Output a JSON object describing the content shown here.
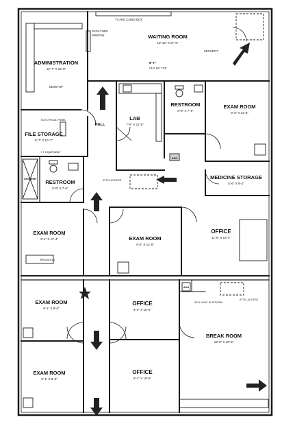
{
  "rooms": {
    "waiting": {
      "name": "WAITING ROOM",
      "dims": "10'-10\" X 27'-6\""
    },
    "admin": {
      "name": "ADMINISTRATION",
      "dims": "12'-7\" X 15'-9\""
    },
    "file_storage": {
      "name": "FILE STORAGE",
      "dims": "6'-7\" X 10'-7\""
    },
    "lab": {
      "name": "LAB",
      "dims": "7'-8\" X 11'-6\""
    },
    "restroom_top": {
      "name": "RESTROOM",
      "dims": "5'-8\" X 7'-6\""
    },
    "exam_top_right": {
      "name": "EXAM ROOM",
      "dims": "9'-2\" X 11'-6\""
    },
    "restroom_mid": {
      "name": "RESTROOM",
      "dims": "5'-8\" X 7'-6\""
    },
    "medicine": {
      "name": "MEDICINE STORAGE",
      "dims": "5'-6\" X 9'-2\""
    },
    "exam_left": {
      "name": "EXAM ROOM",
      "dims": "9'-1\" X 11'-4\""
    },
    "exam_center": {
      "name": "EXAM ROOM",
      "dims": "9'-4\" X 11'-0\""
    },
    "office_right": {
      "name": "OFFICE",
      "dims": "11'-6\" X 13'-4\""
    },
    "exam_lower_left": {
      "name": "EXAM ROOM",
      "dims": "9'-1\" X 9'-0\""
    },
    "office_lower": {
      "name": "OFFICE",
      "dims": "9'-0\" X 10'-6\""
    },
    "break_room": {
      "name": "BREAK ROOM",
      "dims": "13'-6\" X 18'-6\""
    },
    "exam_bottom_left": {
      "name": "EXAM ROOM",
      "dims": "9'-1\" X 9'-3\""
    },
    "office_bottom": {
      "name": "OFFICE",
      "dims": "9'-1\" X 10'-6\""
    }
  },
  "areas": {
    "hall": "HALL",
    "shower": "SHOWER"
  },
  "notes": {
    "tv_cable": "TV AND CABLE BOX",
    "pass_thru": "PASS-THRU",
    "window": "WINDOW",
    "security": "SECURITY",
    "ceiling_height": "8'-7\"",
    "ceiling_note": "CLG HT, TYP.",
    "desktop": "DESKTOP",
    "electrical_panel": "ELECTRICAL PANEL",
    "it_equipment": "I.T. EQUIPMENT",
    "aed": "AED",
    "attic_access_mid": "ATTIC ACCESS",
    "irrigation": "IRRIGATION",
    "ahu": "AHU",
    "hvac_platform": "30\"H HVAC PLATFORM",
    "attic_access_right": "ATTIC ACCESS"
  }
}
